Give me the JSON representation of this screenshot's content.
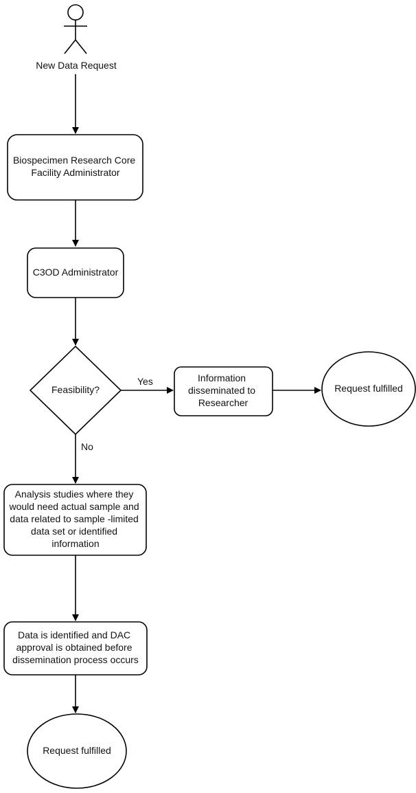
{
  "actor": {
    "label": "New Data Request"
  },
  "nodes": {
    "biospecimen": {
      "lines": [
        "Biospecimen Research Core",
        "Facility Administrator"
      ]
    },
    "c3od": {
      "lines": [
        "C3OD Administrator"
      ]
    },
    "feasibility": {
      "lines": [
        "Feasibility?"
      ]
    },
    "info_disseminated": {
      "lines": [
        "Information",
        "disseminated to",
        "Researcher"
      ]
    },
    "request_fulfilled_right": {
      "lines": [
        "Request fulfilled"
      ]
    },
    "analysis_studies": {
      "lines": [
        "Analysis studies where they",
        "would need actual sample and",
        "data related to sample -limited",
        "data set or identified",
        "information"
      ]
    },
    "data_identified": {
      "lines": [
        "Data is identified and DAC",
        "approval is obtained before",
        "dissemination process occurs"
      ]
    },
    "request_fulfilled_bottom": {
      "lines": [
        "Request fulfilled"
      ]
    }
  },
  "edge_labels": {
    "yes": "Yes",
    "no": "No"
  }
}
